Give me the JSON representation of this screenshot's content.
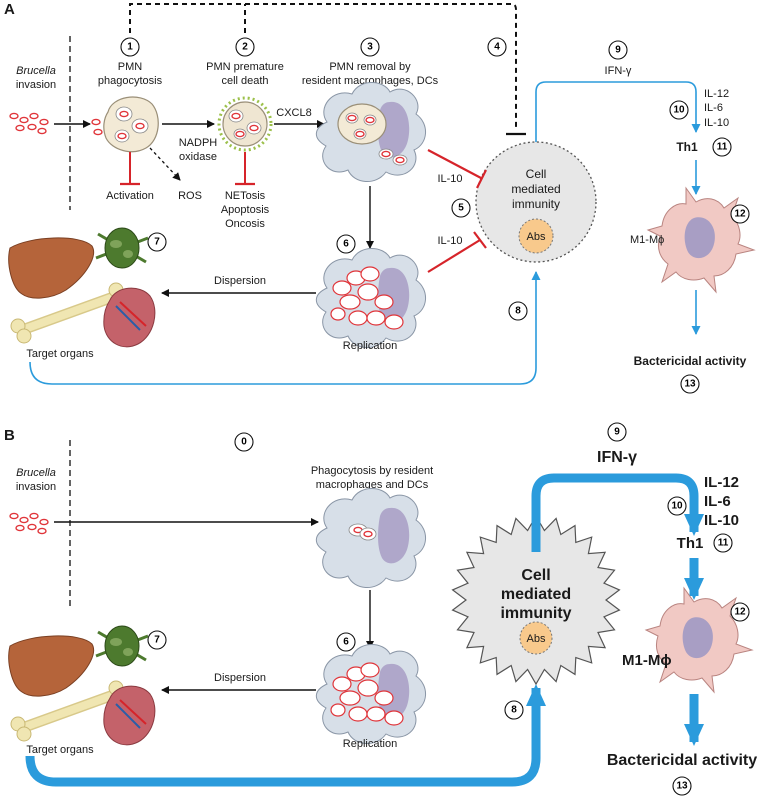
{
  "panel_a": {
    "letter": "A",
    "invasion": {
      "line1": "Brucella",
      "line2": "invasion"
    },
    "step1": {
      "num": "1",
      "line1": "PMN",
      "line2": "phagocytosis"
    },
    "step2": {
      "num": "2",
      "line1": "PMN premature",
      "line2": "cell death"
    },
    "step3": {
      "num": "3",
      "line1": "PMN removal by",
      "line2": "resident macrophages, DCs"
    },
    "step4": {
      "num": "4"
    },
    "nadph": {
      "line1": "NADPH",
      "line2": "oxidase"
    },
    "cxcl8": "CXCL8",
    "activation": "Activation",
    "ros": "ROS",
    "death_modes": [
      "NETosis",
      "Apoptosis",
      "Oncosis"
    ],
    "il10_top": "IL-10",
    "il10_bottom": "IL-10",
    "cmi": {
      "num": "5",
      "lines": [
        "Cell",
        "mediated",
        "immunity"
      ],
      "abs": "Abs"
    },
    "replication": {
      "num": "6",
      "label": "Replication"
    },
    "target": {
      "num": "7",
      "label": "Target organs"
    },
    "dispersion": "Dispersion",
    "step8": {
      "num": "8"
    },
    "ifn": {
      "num": "9",
      "label": "IFN-γ"
    },
    "cytokines": {
      "num": "10",
      "items": [
        "IL-12",
        "IL-6",
        "IL-10"
      ]
    },
    "th1": {
      "num": "11",
      "label": "Th1"
    },
    "m1": {
      "num": "12",
      "label": "M1-Mϕ"
    },
    "bactericidal": {
      "num": "13",
      "label": "Bactericidal activity"
    }
  },
  "panel_b": {
    "letter": "B",
    "step0": {
      "num": "0"
    },
    "invasion": {
      "line1": "Brucella",
      "line2": "invasion"
    },
    "phago": {
      "line1": "Phagocytosis by resident",
      "line2": "macrophages and DCs"
    },
    "replication": {
      "num": "6",
      "label": "Replication"
    },
    "target": {
      "num": "7",
      "label": "Target organs"
    },
    "dispersion": "Dispersion",
    "step8": {
      "num": "8"
    },
    "cmi": {
      "lines": [
        "Cell",
        "mediated",
        "immunity"
      ],
      "abs": "Abs"
    },
    "ifn": {
      "num": "9",
      "label": "IFN-γ"
    },
    "cytokines": {
      "num": "10",
      "items": [
        "IL-12",
        "IL-6",
        "IL-10"
      ]
    },
    "th1": {
      "num": "11",
      "label": "Th1"
    },
    "m1": {
      "num": "12",
      "label": "M1-Mϕ"
    },
    "bactericidal": {
      "num": "13",
      "label": "Bactericidal activity"
    }
  },
  "colors": {
    "arrow_blue": "#2b9bdc",
    "inhibit_red": "#d6242a",
    "bacteria": "#e0353a",
    "macrophage": "#d7dfe8",
    "nucleus": "#a89ec4",
    "m1_cell": "#f1c9c4",
    "abs_fill": "#f8c98c",
    "cmi_fill": "#e7e7e7",
    "pmn_fill": "#f3ead6",
    "liver": "#b5643a",
    "spleen": "#c4626a",
    "lymph": "#4d7a2e",
    "bone": "#f0e6b2"
  },
  "icons": [
    "macrophage-icon",
    "pmn-icon",
    "liver-icon",
    "bone-icon",
    "spleen-icon",
    "lymph-node-icon",
    "m1-macrophage-icon",
    "bacteria-icon"
  ]
}
